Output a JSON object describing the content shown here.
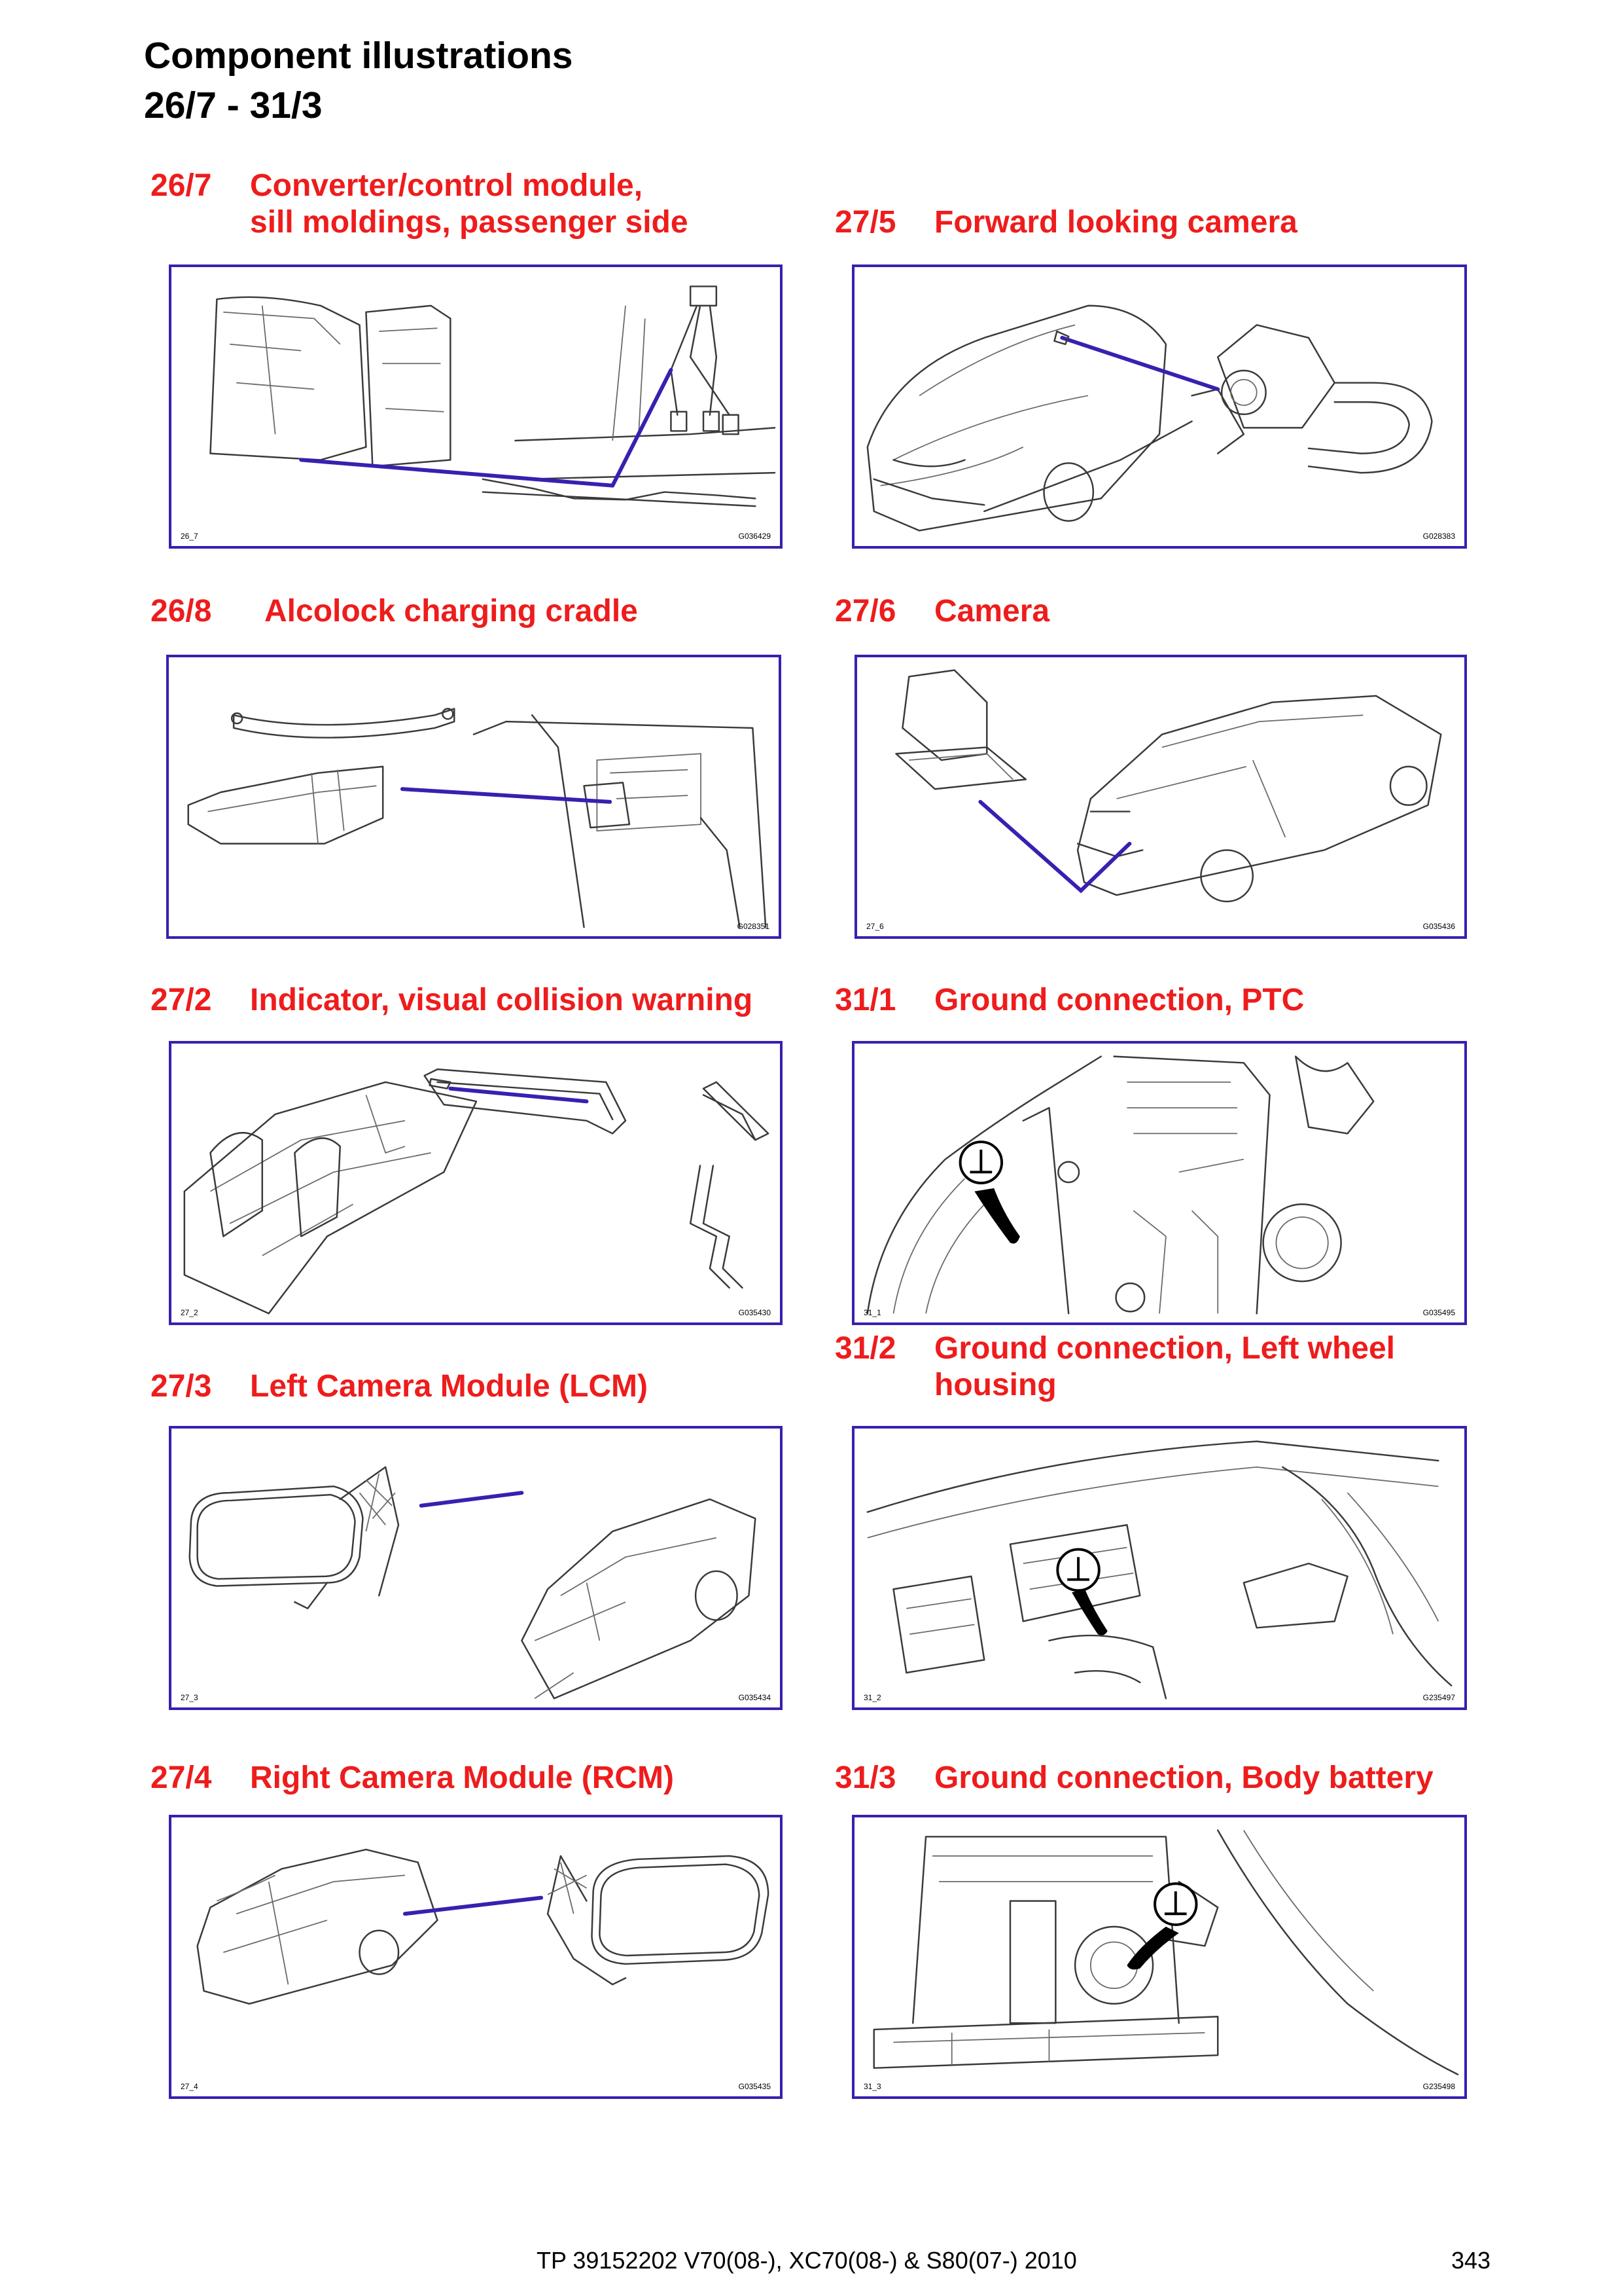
{
  "header": {
    "title": "Component illustrations",
    "subtitle": "26/7 - 31/3"
  },
  "colors": {
    "heading": "#ee1c1c",
    "frame": "#3a1fb0",
    "pointer": "#3a1fb0"
  },
  "sections": {
    "s26_7": {
      "num": "26/7",
      "title_line1": "Converter/control module,",
      "title_line2": "sill moldings, passenger side",
      "code_left": "26_7",
      "code_right": "G036429"
    },
    "s27_5": {
      "num": "27/5",
      "title_line1": "Forward looking camera",
      "code_left": "",
      "code_right": "G028383"
    },
    "s26_8": {
      "num": "26/8",
      "title_line1": "Alcolock charging cradle",
      "code_left": "",
      "code_right": "G028351"
    },
    "s27_6": {
      "num": "27/6",
      "title_line1": "Camera",
      "code_left": "27_6",
      "code_right": "G035436"
    },
    "s27_2": {
      "num": "27/2",
      "title_line1": "Indicator, visual collision warning",
      "code_left": "27_2",
      "code_right": "G035430"
    },
    "s31_1": {
      "num": "31/1",
      "title_line1": "Ground connection, PTC",
      "code_left": "31_1",
      "code_right": "G035495"
    },
    "s27_3": {
      "num": "27/3",
      "title_line1": "Left Camera Module (LCM)",
      "code_left": "27_3",
      "code_right": "G035434"
    },
    "s31_2": {
      "num": "31/2",
      "title_line1": "Ground connection, Left wheel",
      "title_line2": "housing",
      "code_left": "31_2",
      "code_right": "G235497"
    },
    "s27_4": {
      "num": "27/4",
      "title_line1": "Right Camera Module (RCM)",
      "code_left": "27_4",
      "code_right": "G035435"
    },
    "s31_3": {
      "num": "31/3",
      "title_line1": "Ground connection, Body battery",
      "code_left": "31_3",
      "code_right": "G235498"
    }
  },
  "icons": {
    "ground": "ground-symbol-icon"
  },
  "footer": {
    "document": "TP 39152202 V70(08-), XC70(08-) & S80(07-) 2010",
    "page": "343"
  }
}
